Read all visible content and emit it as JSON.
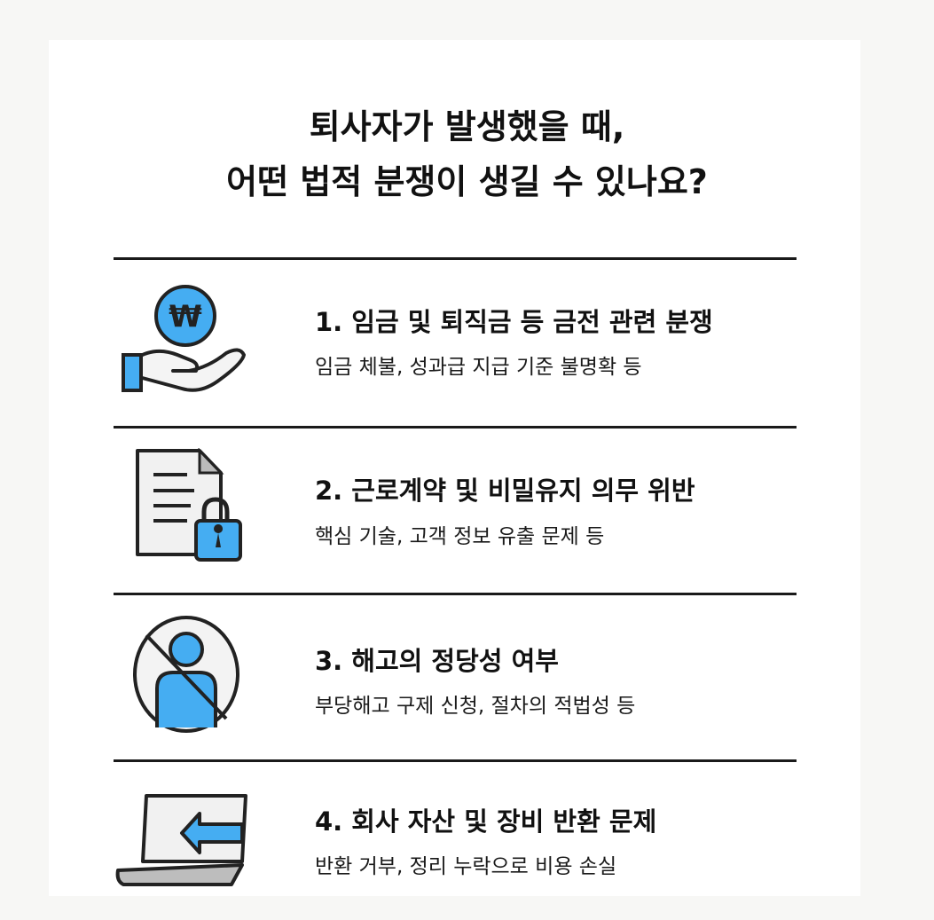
{
  "title": {
    "line1": "퇴사자가 발생했을 때,",
    "line2": "어떤 법적 분쟁이 생길 수 있나요?"
  },
  "items": [
    {
      "heading": "1. 임금 및 퇴직금 등 금전 관련 분쟁",
      "desc": "임금 체불, 성과급 지급 기준 불명확 등",
      "icon": "hand-coin-icon",
      "icon_text": "₩"
    },
    {
      "heading": "2. 근로계약 및 비밀유지 의무 위반",
      "desc": "핵심 기술, 고객 정보 유출 문제 등",
      "icon": "document-lock-icon"
    },
    {
      "heading": "3. 해고의 정당성 여부",
      "desc": "부당해고 구제 신청, 절차의 적법성 등",
      "icon": "prohibited-person-icon"
    },
    {
      "heading": "4. 회사 자산 및 장비 반환 문제",
      "desc": "반환 거부, 정리 누락으로 비용 손실",
      "icon": "laptop-return-icon"
    }
  ],
  "colors": {
    "accent": "#45adf2",
    "stroke": "#222222"
  }
}
